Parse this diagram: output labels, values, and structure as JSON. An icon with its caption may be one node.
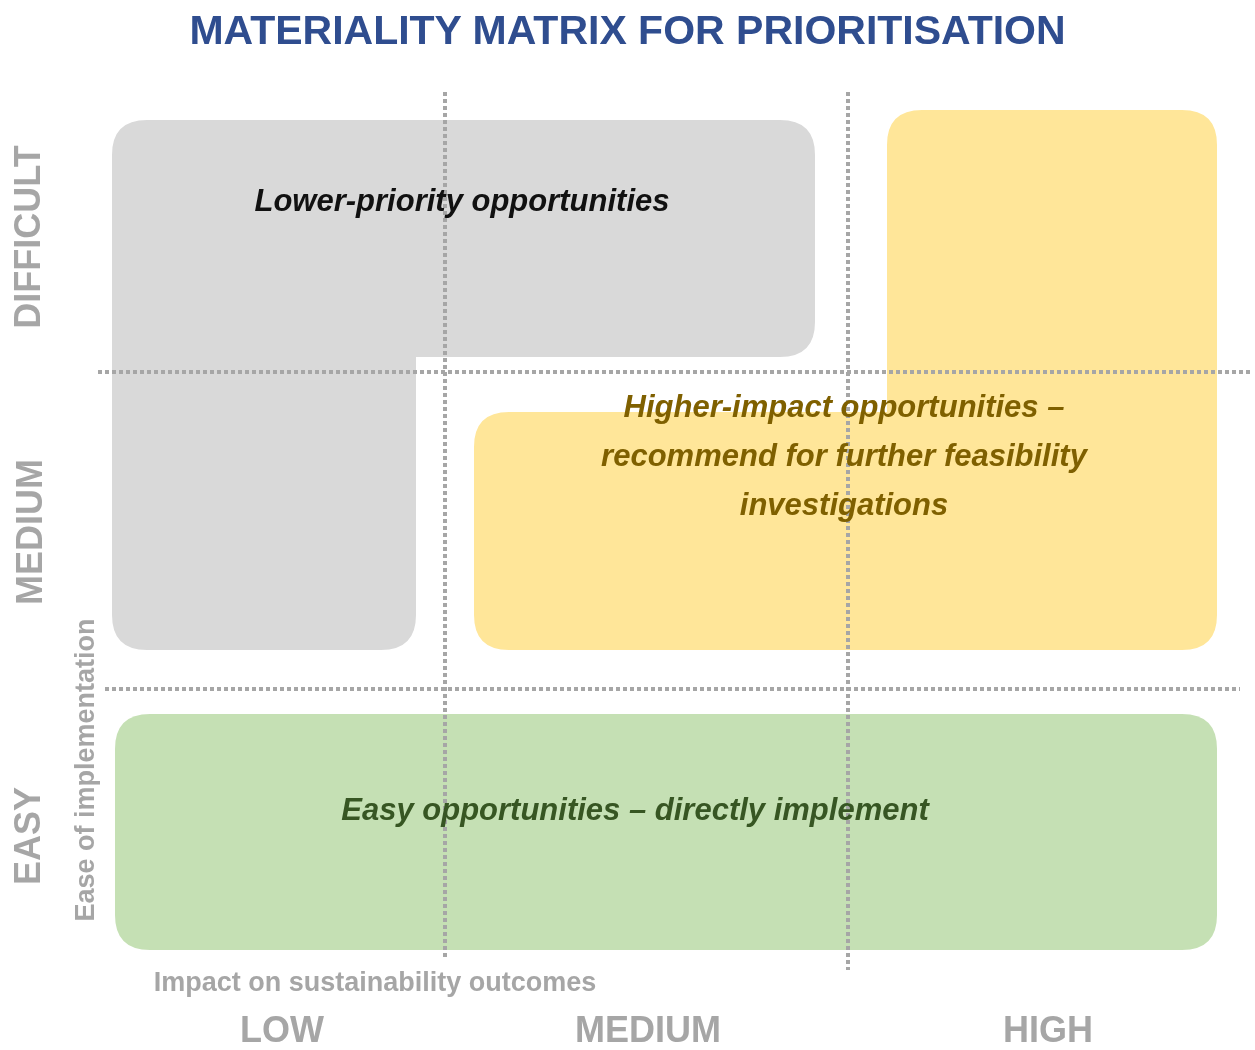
{
  "diagram": {
    "title": "MATERIALITY MATRIX FOR PRIORITISATION",
    "nodes": [
      {
        "text": [
          "Lower-priority opportunities"
        ]
      },
      {
        "text": [
          "Higher-impact opportunities – recommend for further feasibility investigations"
        ]
      },
      {
        "text": [
          "Easy opportunities – directly implement"
        ]
      }
    ],
    "labels": [
      "DIFFICULT",
      "MEDIUM",
      "EASY",
      "Ease of implementation",
      "Impact on sustainability outcomes",
      "LOW",
      "MEDIUM",
      "HIGH"
    ]
  }
}
